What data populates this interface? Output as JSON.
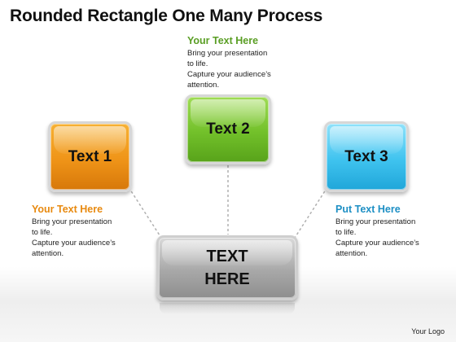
{
  "title": "Rounded Rectangle One Many Process",
  "colors": {
    "orange": "#ef9418",
    "green": "#72c02a",
    "blue": "#3fc3ef",
    "gray": "#a8a8a8",
    "heading_orange": "#e88a10",
    "heading_green": "#5a9e24",
    "heading_blue": "#1d8fc4"
  },
  "boxes": {
    "left": "Text 1",
    "top": "Text 2",
    "right": "Text 3",
    "center_line1": "TEXT",
    "center_line2": "HERE"
  },
  "notes": {
    "top": {
      "heading": "Your Text Here",
      "line1": "Bring your presentation",
      "line2": "to life.",
      "line3": "Capture your audience’s",
      "line4": "attention."
    },
    "left": {
      "heading": "Your Text Here",
      "line1": "Bring your presentation",
      "line2": "to life.",
      "line3": "Capture your audience’s",
      "line4": "attention."
    },
    "right": {
      "heading": "Put Text Here",
      "line1": "Bring your presentation",
      "line2": "to life.",
      "line3": "Capture your audience’s",
      "line4": "attention."
    }
  },
  "logo": "Your Logo"
}
